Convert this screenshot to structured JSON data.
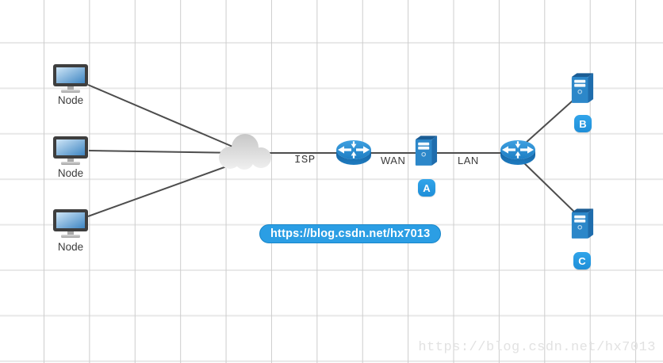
{
  "diagram": {
    "nodes": [
      {
        "label": "Node"
      },
      {
        "label": "Node"
      },
      {
        "label": "Node"
      }
    ],
    "link_labels": {
      "isp": "ISP",
      "wan": "WAN",
      "lan": "LAN"
    },
    "badges": {
      "server_a": "A",
      "server_b": "B",
      "server_c": "C"
    },
    "url_badge": "https://blog.csdn.net/hx7013",
    "watermark": "https://blog.csdn.net/hx7013",
    "colors": {
      "device_blue": "#2c87c9",
      "router_blue": "#2e8fd4",
      "badge_blue": "#2da0e5",
      "pill_blue": "#2b9ee4",
      "connection_gray": "#4d4d4d",
      "cloud_gray": "#d6d6d6",
      "grid_vertical": "#cdcdcd",
      "grid_horizontal": "#e8e8e8",
      "label_color": "#3c3c3c",
      "watermark_gray": "#e2e2e2"
    }
  }
}
